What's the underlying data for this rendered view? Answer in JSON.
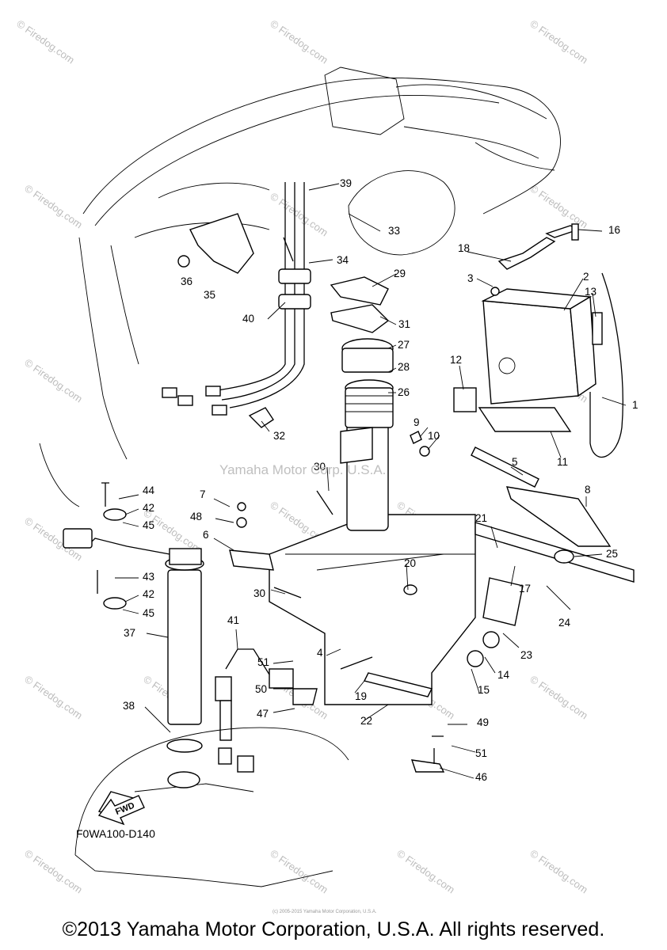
{
  "figure_code": "F0WA100-D140",
  "watermark": "Yamaha Motor Corp. U.S.A.",
  "site_watermarks": [
    "© Firedog.com",
    "© Firedog.com",
    "© Firedog.com",
    "© Firedog.com",
    "© Firedog.com",
    "© Firedog.com",
    "© Firedog.com",
    "© Firedog.com",
    "© Firedog.com",
    "© Firedog.com",
    "© Firedog.com",
    "© Firedog.com",
    "© Firedog.com",
    "© Firedog.com",
    "© Firedog.com",
    "© Firedog.com",
    "© Firedog.com",
    "© Firedog.com",
    "© Firedog.com",
    "© Firedog.com",
    "© Firedog.com",
    "© Firedog.com"
  ],
  "fwd_label": "FWD",
  "copyright": "©2013 Yamaha Motor Corporation, U.S.A. All rights reserved.",
  "tiny_note": "(c) 2005-2015 Yamaha Motor Corporation, U.S.A.",
  "callouts": [
    "1",
    "2",
    "3",
    "4",
    "5",
    "6",
    "7",
    "8",
    "9",
    "10",
    "11",
    "12",
    "13",
    "14",
    "15",
    "16",
    "17",
    "18",
    "19",
    "20",
    "21",
    "22",
    "23",
    "24",
    "25",
    "26",
    "27",
    "28",
    "29",
    "30",
    "30",
    "31",
    "32",
    "33",
    "34",
    "35",
    "36",
    "37",
    "38",
    "39",
    "40",
    "41",
    "42",
    "42",
    "43",
    "44",
    "45",
    "45",
    "46",
    "47",
    "48",
    "49",
    "50",
    "51",
    "51"
  ]
}
